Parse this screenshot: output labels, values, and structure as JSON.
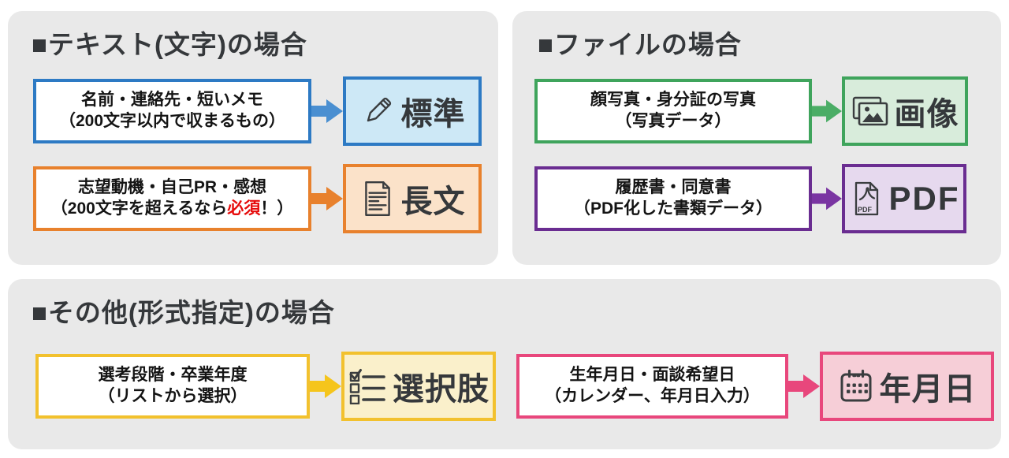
{
  "colors": {
    "background": "#ffffff",
    "panel": "#e9e9e9",
    "heading_text": "#35383b",
    "body_text": "#141414",
    "label_text": "#35383b",
    "icon_stroke": "#3a3d3f",
    "required_red": "#e60b0b"
  },
  "sections": [
    {
      "title": "■テキスト(文字)の場合",
      "rows": [
        {
          "icon": "pencil-icon",
          "line1": "名前・連絡先・短いメモ",
          "line2": "（200文字以内で収まるもの）",
          "label": "標準",
          "border_color": "#2d7ac4",
          "arrow_color": "#4a8fd1",
          "fill_color": "#cde8f6"
        },
        {
          "icon": "document-icon",
          "line1": "志望動機・自己PR・感想",
          "line2_parts": {
            "pre": "（200文字を超えるなら",
            "required": "必須",
            "post": "！）"
          },
          "label": "長文",
          "border_color": "#e8812d",
          "arrow_color": "#e8812d",
          "fill_color": "#fbe2c9"
        }
      ]
    },
    {
      "title": "■ファイルの場合",
      "rows": [
        {
          "icon": "image-icon",
          "line1": "顔写真・身分証の写真",
          "line2": "（写真データ）",
          "label": "画像",
          "border_color": "#3fa45c",
          "arrow_color": "#4bad66",
          "fill_color": "#d8ecdb"
        },
        {
          "icon": "pdf-icon",
          "line1": "履歴書・同意書",
          "line2": "（PDF化した書類データ）",
          "label": "PDF",
          "border_color": "#6a2d91",
          "arrow_color": "#7a35a2",
          "fill_color": "#e6d9ee"
        }
      ]
    },
    {
      "title": "■その他(形式指定)の場合",
      "rows": [
        {
          "icon": "checklist-icon",
          "line1": "選考段階・卒業年度",
          "line2": "（リストから選択）",
          "label": "選択肢",
          "border_color": "#f2c12e",
          "arrow_color": "#f5c51c",
          "fill_color": "#faf0cb"
        },
        {
          "icon": "calendar-icon",
          "line1": "生年月日・面談希望日",
          "line2": "（カレンダー、年月日入力）",
          "label": "年月日",
          "border_color": "#e8477c",
          "arrow_color": "#e8477c",
          "fill_color": "#f6ced7"
        }
      ]
    }
  ]
}
